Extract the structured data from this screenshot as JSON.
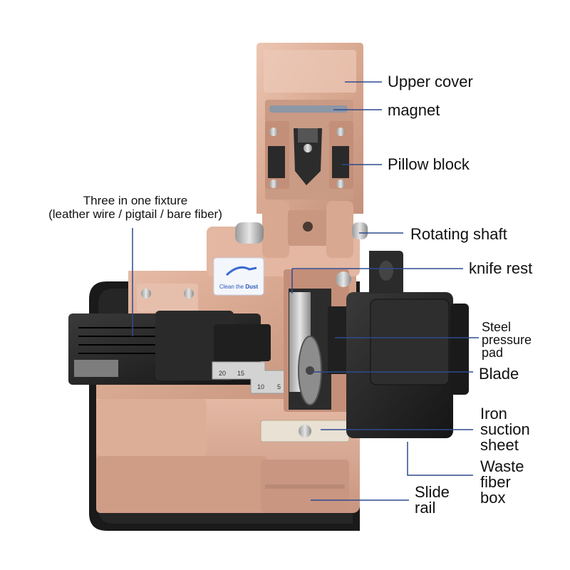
{
  "labels": {
    "upper_cover": "Upper cover",
    "magnet": "magnet",
    "pillow_block": "Pillow block",
    "fixture_line1": "Three in one fixture",
    "fixture_line2": "(leather wire / pigtail / bare fiber)",
    "rotating_shaft": "Rotating shaft",
    "knife_rest": "knife rest",
    "steel_pressure_pad": [
      "Steel",
      "pressure",
      "pad"
    ],
    "blade": "Blade",
    "iron_suction_sheet": [
      "Iron",
      "suction",
      "sheet"
    ],
    "waste_fiber_box": [
      "Waste",
      "fiber",
      "box"
    ],
    "slide_rail": [
      "Slide",
      "rail"
    ]
  },
  "device": {
    "sticker_text_1": "Clean the",
    "sticker_text_2": "Dust",
    "scale_ticks": [
      "20",
      "15",
      "10",
      "5"
    ]
  },
  "colors": {
    "body_rose_gold": "#d9a890",
    "body_shadow": "#b98a75",
    "plastic_black": "#1e1e1e",
    "leader_line": "#2e4a8f"
  }
}
